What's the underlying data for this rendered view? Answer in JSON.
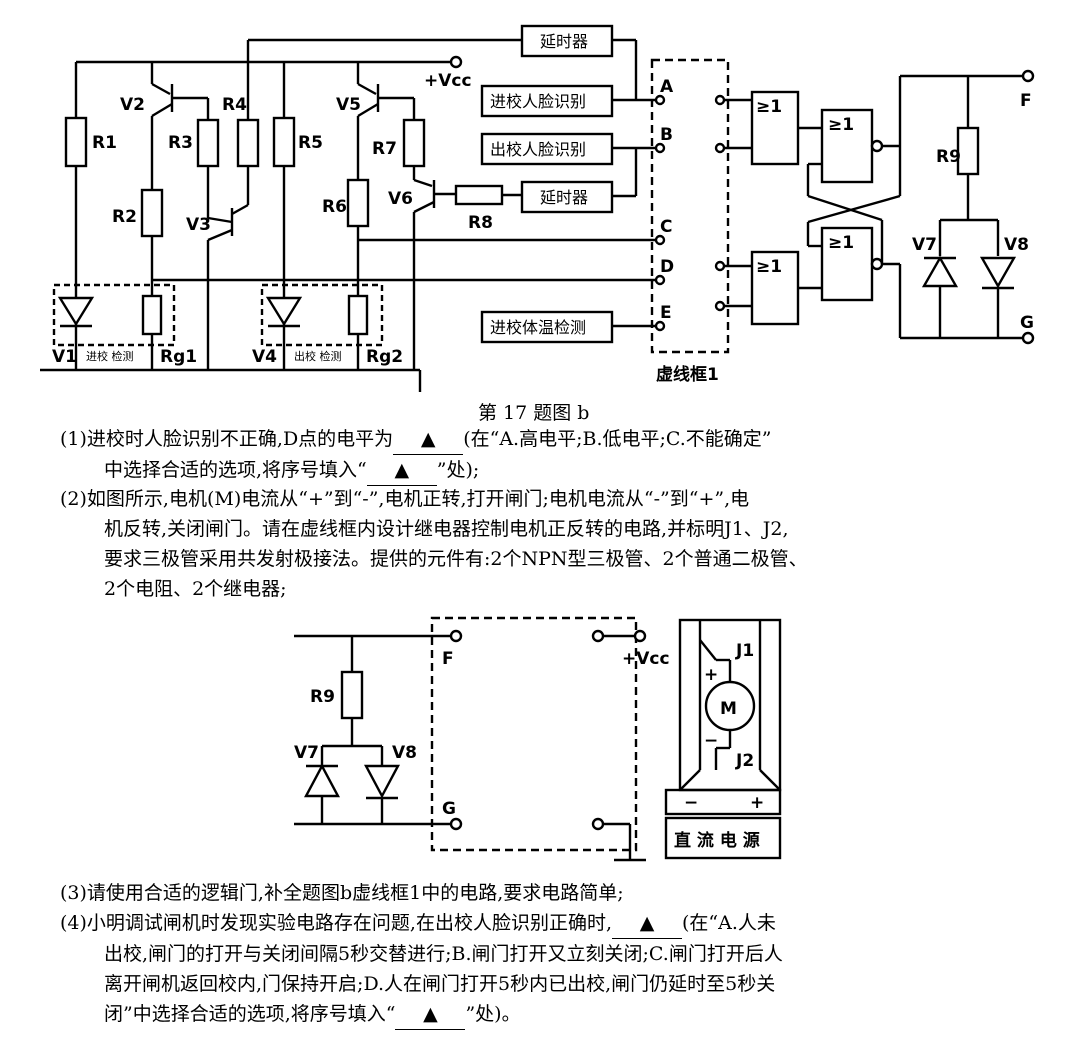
{
  "figure": {
    "caption": "第 17 题图 b",
    "vcc": "+Vcc",
    "boxes": {
      "delay_top": "延时器",
      "in_face": "进校人脸识别",
      "out_face": "出校人脸识别",
      "delay_mid": "延时器",
      "in_temp": "进校体温检测"
    },
    "points": [
      "A",
      "B",
      "C",
      "D",
      "E",
      "F",
      "G"
    ],
    "dashed_box_label": "虚线框1",
    "gate_label": "≥1",
    "components": {
      "R1": "R1",
      "R2": "R2",
      "R3": "R3",
      "R4": "R4",
      "R5": "R5",
      "R6": "R6",
      "R7": "R7",
      "R8": "R8",
      "R9": "R9",
      "V1": "V1",
      "V2": "V2",
      "V3": "V3",
      "V4": "V4",
      "V5": "V5",
      "V6": "V6",
      "V7": "V7",
      "V8": "V8",
      "Rg1": "Rg1",
      "Rg2": "Rg2"
    },
    "sensor_labels": {
      "in": "进校 检测",
      "out": "出校 检测"
    }
  },
  "questions": {
    "q1": {
      "line1": "(1)进校时人脸识别不正确,D点的电平为",
      "blank": "▲",
      "line1_tail": "(在“A.高电平;B.低电平;C.不能确定”",
      "line2": "中选择合适的选项,将序号填入“",
      "line2_tail": "”处);"
    },
    "q2": {
      "line1": "(2)如图所示,电机(M)电流从“+”到“-”,电机正转,打开闸门;电机电流从“-”到“+”,电",
      "line2": "机反转,关闭闸门。请在虚线框内设计继电器控制电机正反转的电路,并标明J1、J2,",
      "line3": "要求三极管采用共发射极接法。提供的元件有:2个NPN型三极管、2个普通二极管、",
      "line4": "2个电阻、2个继电器;"
    },
    "fig2": {
      "F": "F",
      "G": "G",
      "vcc": "+Vcc",
      "R9": "R9",
      "V7": "V7",
      "V8": "V8",
      "J1": "J1",
      "J2": "J2",
      "M": "M",
      "plus": "+",
      "minus": "−",
      "power": "直 流 电 源"
    },
    "q3": {
      "line1": "(3)请使用合适的逻辑门,补全题图b虚线框1中的电路,要求电路简单;"
    },
    "q4": {
      "line1": "(4)小明调试闸机时发现实验电路存在问题,在出校人脸识别正确时,",
      "blank": "▲",
      "line1_tail": "(在“A.人未",
      "line2": "出校,闸门的打开与关闭间隔5秒交替进行;B.闸门打开又立刻关闭;C.闸门打开后人",
      "line3": "离开闸机返回校内,门保持开启;D.人在闸门打开5秒内已出校,闸门仍延时至5秒关",
      "line4": "闭”中选择合适的选项,将序号填入“",
      "line4_tail": "”处)。"
    }
  }
}
